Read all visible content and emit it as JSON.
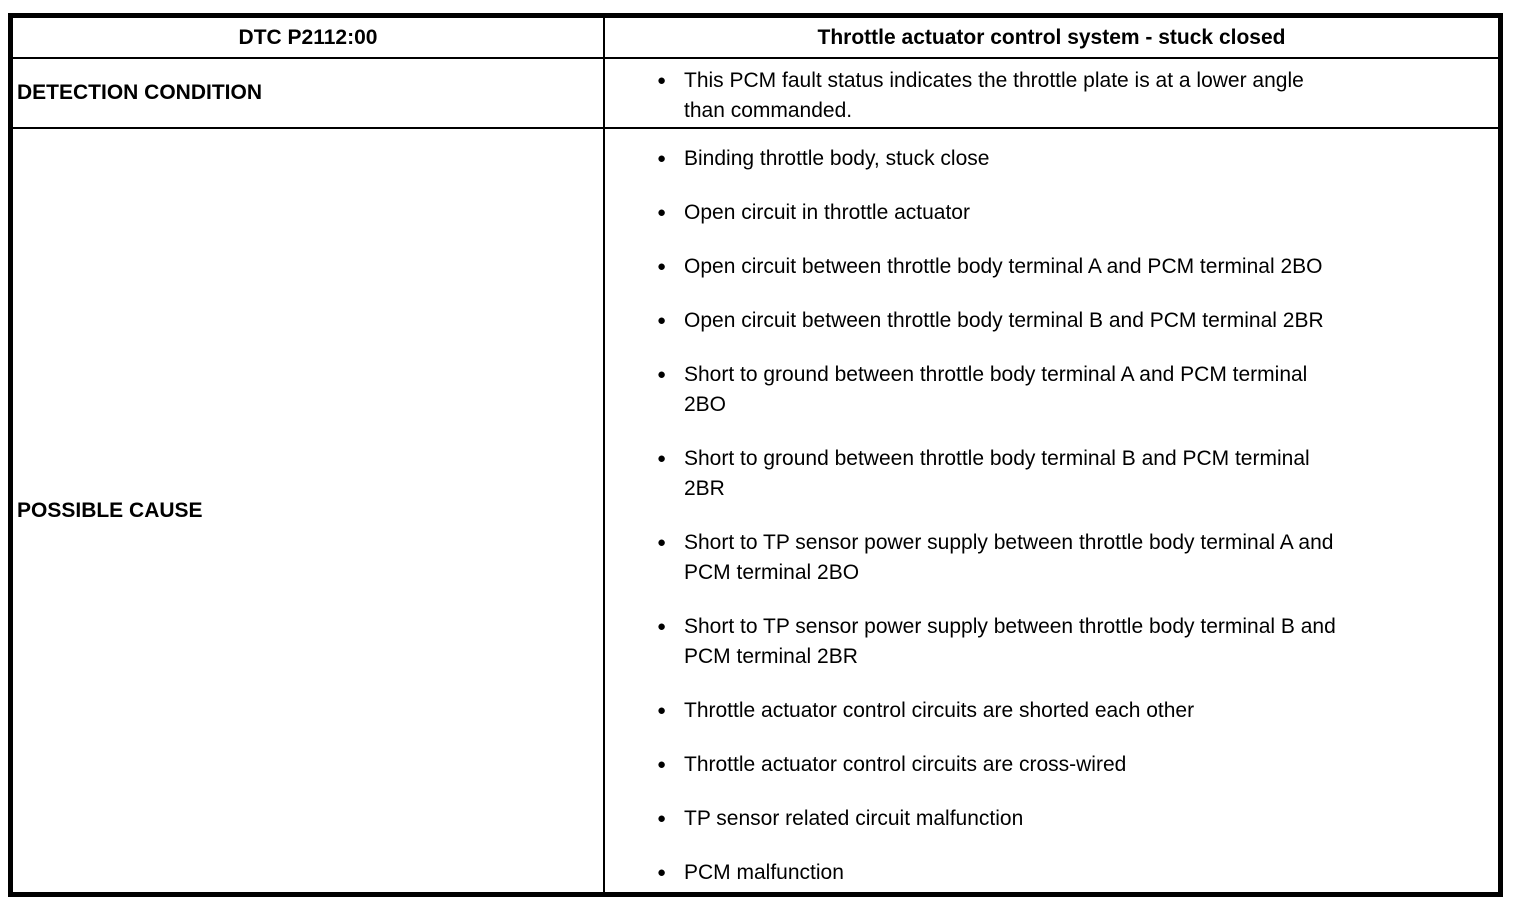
{
  "page": {
    "background": "#ffffff"
  },
  "table": {
    "border_color": "#000000",
    "text_color": "#000000",
    "bullet_icon": "●",
    "header": {
      "code": "DTC P2112:00",
      "title": "Throttle actuator control system - stuck closed"
    },
    "detection": {
      "label": "DETECTION CONDITION",
      "bullets": [
        "This PCM fault status indicates the throttle plate is at a lower angle\nthan commanded."
      ]
    },
    "possible_cause": {
      "label": "POSSIBLE CAUSE",
      "bullets": [
        "Binding throttle body, stuck close",
        "Open circuit in throttle actuator",
        "Open circuit between throttle body terminal A and PCM terminal 2BO",
        "Open circuit between throttle body terminal B and PCM terminal 2BR",
        "Short to ground between throttle body terminal A and PCM terminal\n2BO",
        "Short to ground between throttle body terminal B and PCM terminal\n2BR",
        "Short to TP sensor power supply between throttle body terminal A and\nPCM terminal 2BO",
        "Short to TP sensor power supply between throttle body terminal B and\nPCM terminal 2BR",
        "Throttle actuator control circuits are shorted each other",
        "Throttle actuator control circuits are cross-wired",
        "TP sensor related circuit malfunction",
        "PCM malfunction"
      ]
    }
  }
}
